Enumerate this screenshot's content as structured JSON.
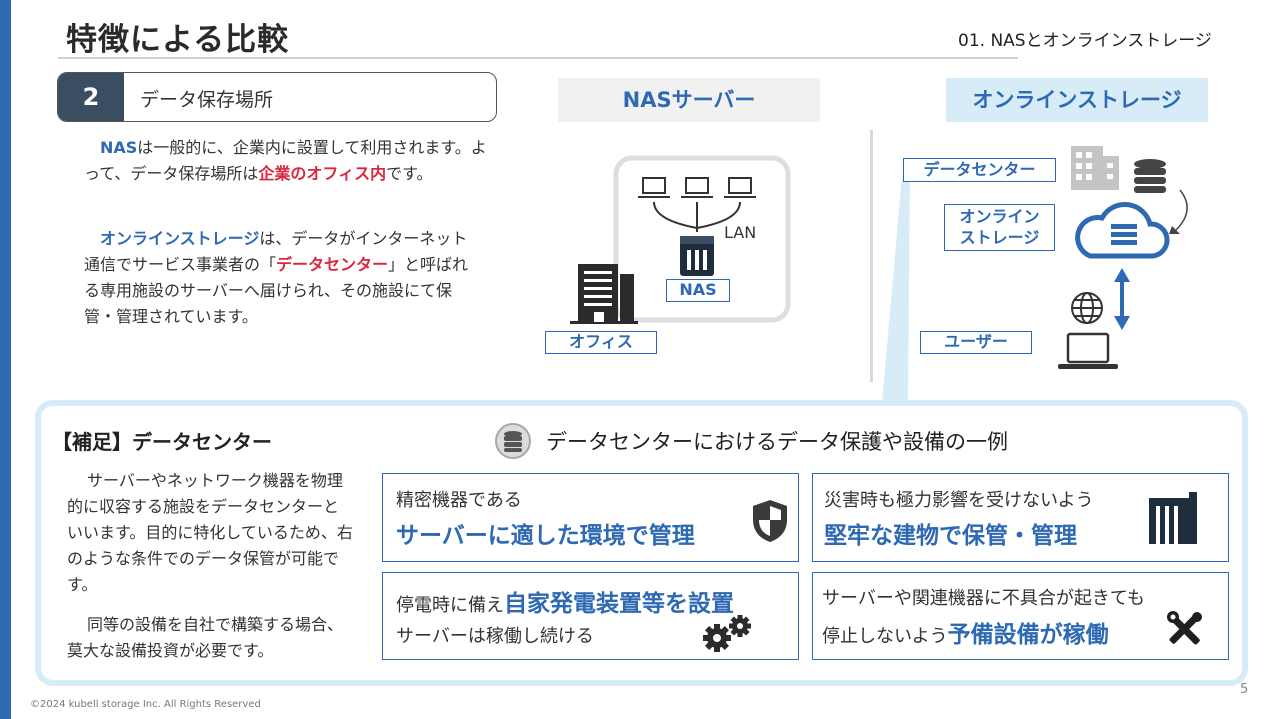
{
  "header": {
    "title": "特徴による比較",
    "section_label": "01. NASとオンラインストレージ"
  },
  "section": {
    "number": "2",
    "title": "データ保存場所"
  },
  "left_text": {
    "p1_nas": "NAS",
    "p1_a": "は一般的に、企業内に設置して利用されます。よって、データ保存場所は",
    "p1_red": "企業のオフィス内",
    "p1_b": "です。",
    "p2_online": "オンラインストレージ",
    "p2_a": "は、データがインターネット通信でサービス事業者の「",
    "p2_red": "データセンター",
    "p2_b": "」と呼ばれる専用施設のサーバーへ届けられ、その施設にて保管・管理されています。"
  },
  "nas_diagram": {
    "header": "NASサーバー",
    "lan_label": "LAN",
    "nas_tag": "NAS",
    "office_tag": "オフィス"
  },
  "online_diagram": {
    "header": "オンラインストレージ",
    "dc_tag": "データセンター",
    "storage_tag_line1": "オンライン",
    "storage_tag_line2": "ストレージ",
    "user_tag": "ユーザー"
  },
  "supplement": {
    "title": "【補足】データセンター",
    "text1": "サーバーやネットワーク機器を物理的に収容する施設をデータセンターといいます。目的に特化しているため、右のような条件でのデータ保管が可能です。",
    "text2": "同等の設備を自社で構築する場合、莫大な設備投資が必要です。",
    "heading": "データセンターにおけるデータ保護や設備の一例",
    "features": [
      {
        "small": "精密機器である",
        "big": "サーバーに適した環境で管理",
        "icon": "shield-icon"
      },
      {
        "small": "災害時も極力影響を受けないよう",
        "big": "堅牢な建物で保管・管理",
        "icon": "building-icon"
      },
      {
        "small_a": "停電時に備え",
        "big": "自家発電装置等を設置",
        "small_b": "サーバーは稼働し続ける",
        "icon": "gears-icon"
      },
      {
        "small_a": "サーバーや関連機器に不具合が起きても",
        "small_b": "停止しないよう",
        "big": "予備設備が稼働",
        "icon": "tools-icon"
      }
    ]
  },
  "footer": {
    "copyright": "©2024 kubell storage Inc. All Rights Reserved",
    "page": "5"
  },
  "colors": {
    "accent": "#2e69b3",
    "red": "#d9283c",
    "dark_tile": "#3a4d61"
  }
}
